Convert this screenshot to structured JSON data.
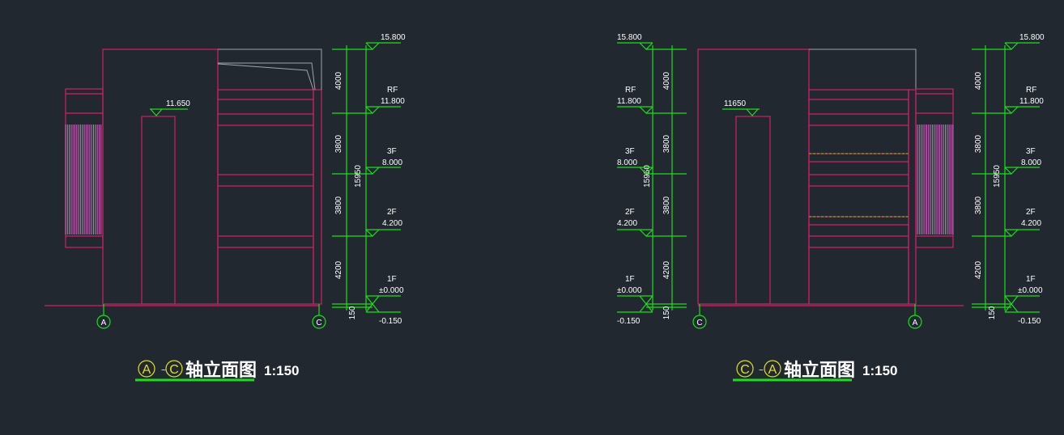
{
  "left": {
    "title": "轴立面图",
    "scale": "1:150",
    "axis_start": "A",
    "axis_end": "C",
    "roof_mark": "11.650",
    "total_dim": "15950",
    "dims": [
      "4000",
      "3800",
      "3800",
      "4200",
      "150"
    ],
    "levels": [
      {
        "name": "",
        "value": "15.800"
      },
      {
        "name": "RF",
        "value": "11.800"
      },
      {
        "name": "3F",
        "value": "8.000"
      },
      {
        "name": "2F",
        "value": "4.200"
      },
      {
        "name": "1F",
        "value": "±0.000"
      },
      {
        "name": "",
        "value": "-0.150"
      }
    ]
  },
  "right": {
    "title": "轴立面图",
    "scale": "1:150",
    "axis_start": "C",
    "axis_end": "A",
    "roof_mark": "11650",
    "total_dim": "15950",
    "dims": [
      "4000",
      "3800",
      "3800",
      "4200",
      "150"
    ],
    "dims_right": [
      "4000",
      "3800",
      "3800",
      "4200",
      "150"
    ],
    "total_dim_right": "15950",
    "levels": [
      {
        "name": "",
        "value": "15.800"
      },
      {
        "name": "RF",
        "value": "11.800"
      },
      {
        "name": "3F",
        "value": "8.000"
      },
      {
        "name": "2F",
        "value": "4.200"
      },
      {
        "name": "1F",
        "value": "±0.000"
      },
      {
        "name": "",
        "value": "-0.150"
      }
    ]
  },
  "colors": {
    "background": "#212830",
    "building_lines": "#d0206a",
    "dimension_lines": "#19e019",
    "axis_bubble": "#e0e020"
  }
}
